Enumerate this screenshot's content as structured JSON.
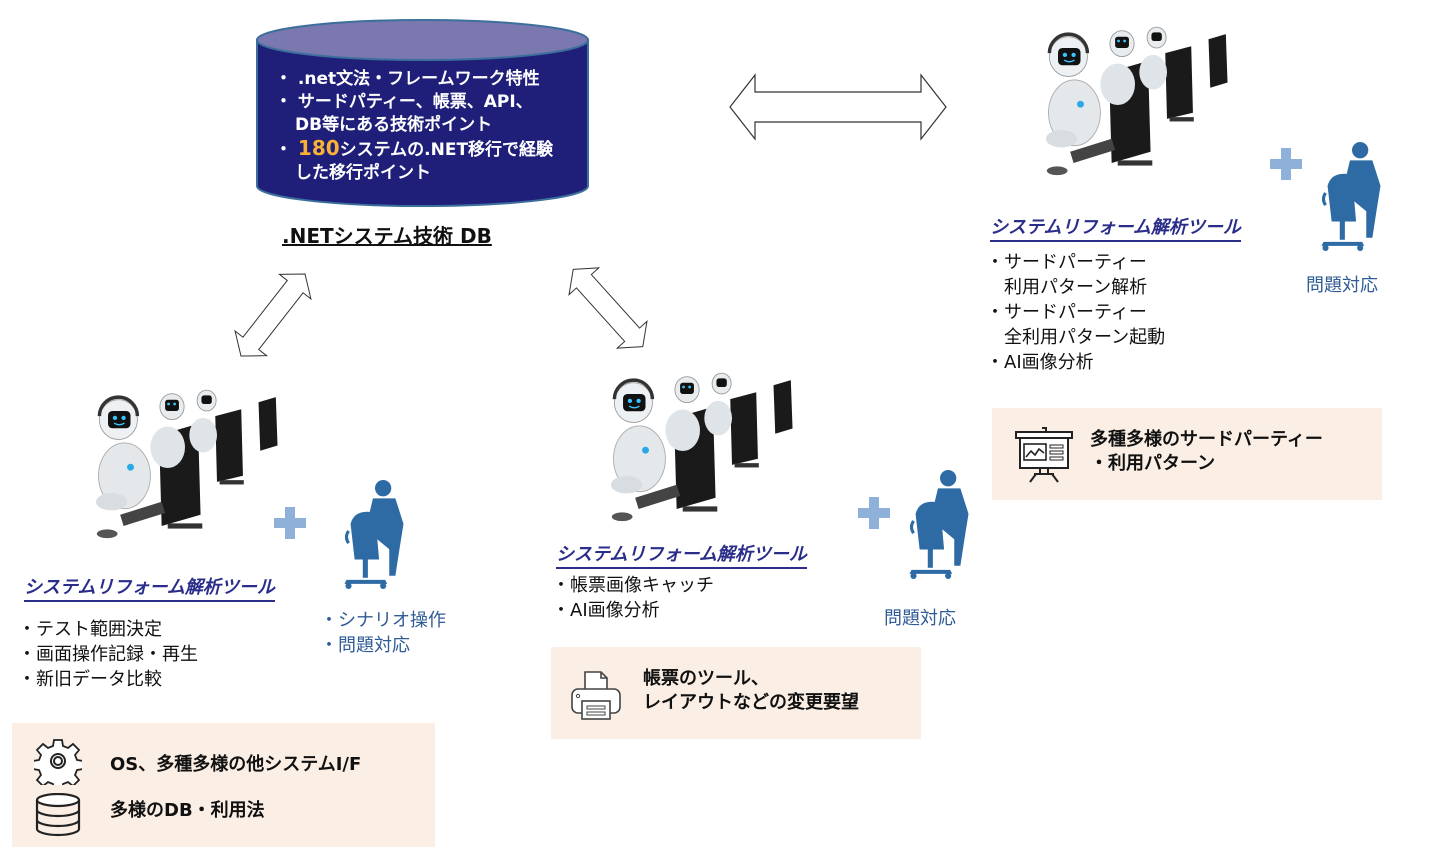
{
  "db": {
    "items": [
      "・ .net文法・フレームワーク特性",
      "・ サードパティー、帳票、API、",
      "DB等にある技術ポイント",
      "・ ",
      "180",
      "システムの.NET移行で経験",
      "した移行ポイント"
    ],
    "caption": ".NETシステム技術 DB",
    "colors": {
      "body": "#1f1f7a",
      "top": "#7b78b0",
      "highlight": "#f9b233"
    }
  },
  "tool_name": "システムリフォーム解析ツール",
  "left_group": {
    "features": [
      "・テスト範囲決定",
      "・画面操作記録・再生",
      "・新旧データ比較"
    ],
    "human_tasks": [
      "・シナリオ操作",
      "・問題対応"
    ],
    "box": {
      "items": [
        {
          "icon": "gear-icon",
          "label": "OS、多種多様の他システムI/F"
        },
        {
          "icon": "database-icon",
          "label": "多様のDB・利用法"
        }
      ]
    }
  },
  "center_group": {
    "features": [
      "・帳票画像キャッチ",
      "・AI画像分析"
    ],
    "human_task": "問題対応",
    "box": {
      "icon": "printer-icon",
      "lines": [
        "帳票のツール、",
        "レイアウトなどの変更要望"
      ]
    }
  },
  "right_group": {
    "features": [
      "・サードパーティー",
      "　利用パターン解析",
      "・サードパーティー",
      "　全利用パターン起動",
      "・AI画像分析"
    ],
    "human_task": "問題対応",
    "box": {
      "icon": "presentation-chart-icon",
      "lines": [
        "多種多様のサードパーティー",
        "・利用パターン"
      ]
    }
  },
  "colors": {
    "plus": "#8fb0d8",
    "person": "#2e6aa3",
    "box_bg": "#fbeee5",
    "tool_title": "#2a2e8a"
  }
}
